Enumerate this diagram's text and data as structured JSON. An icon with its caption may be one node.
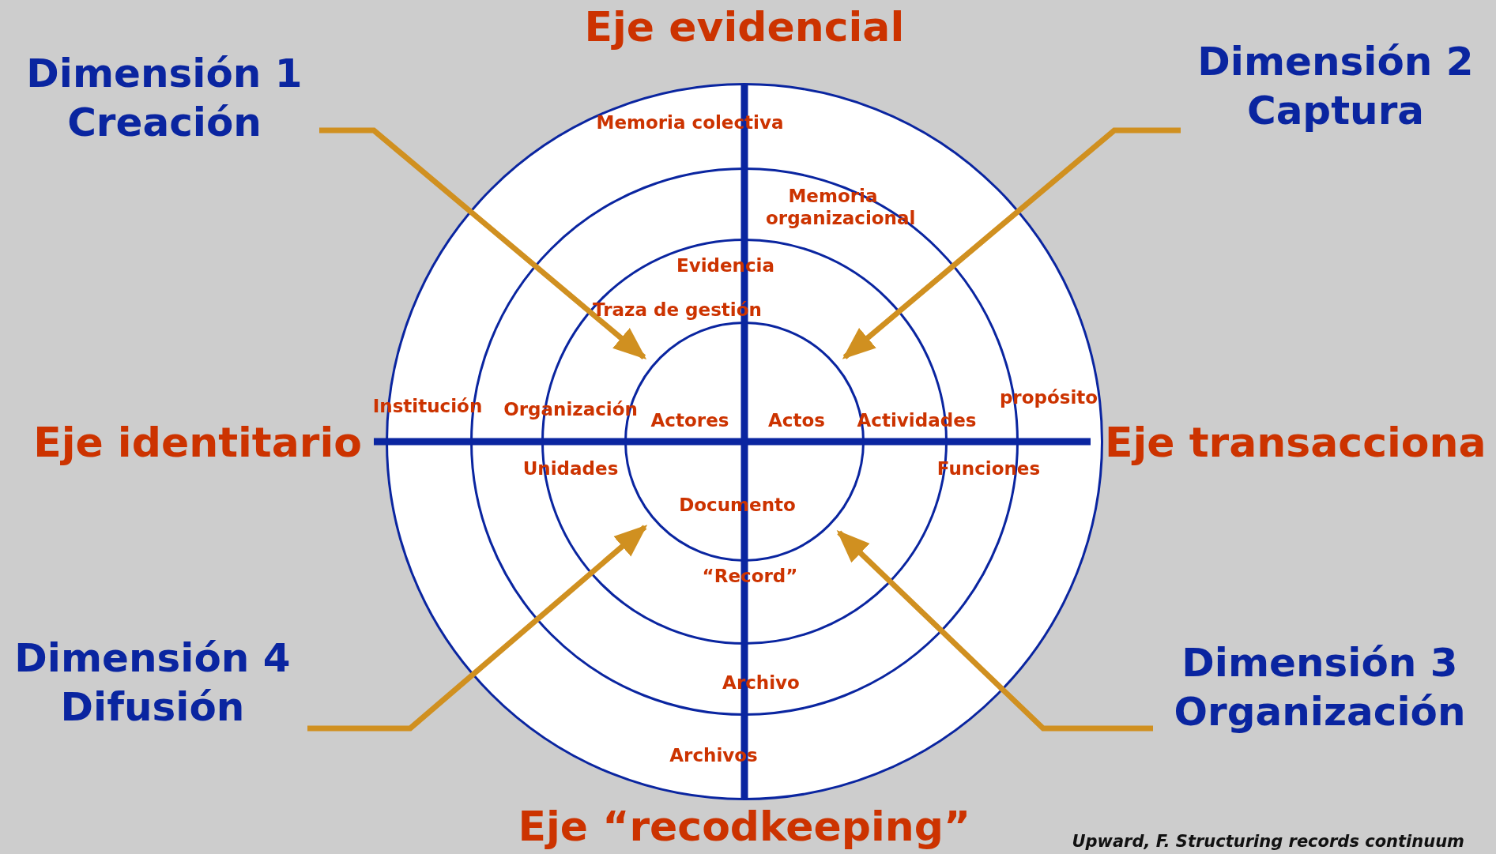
{
  "diagram": {
    "caption": "Upward, F. Structuring records continuum",
    "nodes": [
      {
        "text": [
          "Memoria colectiva",
          "propósito",
          "Institución",
          "Archivos"
        ]
      },
      {
        "text": [
          "Memoria organizacional",
          "Funciones",
          "Archivo"
        ],
        "in": 0
      },
      {
        "text": [
          "Evidencia",
          "Traza de gestión",
          "Organización",
          "Actividades",
          "Unidades",
          "“Record”"
        ],
        "in": 1
      },
      {
        "text": [
          "Actores",
          "Actos",
          "Documento"
        ],
        "in": 2
      },
      {
        "text": [
          "Dimensión 1 Creación"
        ]
      },
      {
        "text": [
          "Dimensión 2 Captura"
        ]
      },
      {
        "text": [
          "Dimensión 4 Difusión"
        ]
      },
      {
        "text": [
          "Dimensión 3 Organización"
        ]
      }
    ],
    "edges": [
      {
        "from": 4,
        "to": 3,
        "arrow": "to"
      },
      {
        "from": 5,
        "to": 3,
        "arrow": "to"
      },
      {
        "from": 6,
        "to": 3,
        "arrow": "to"
      },
      {
        "from": 7,
        "to": 3,
        "arrow": "to"
      }
    ],
    "labels": [
      "Eje evidencial",
      "Eje identitario",
      "Eje transacciona",
      "Eje “recodkeeping”"
    ]
  }
}
